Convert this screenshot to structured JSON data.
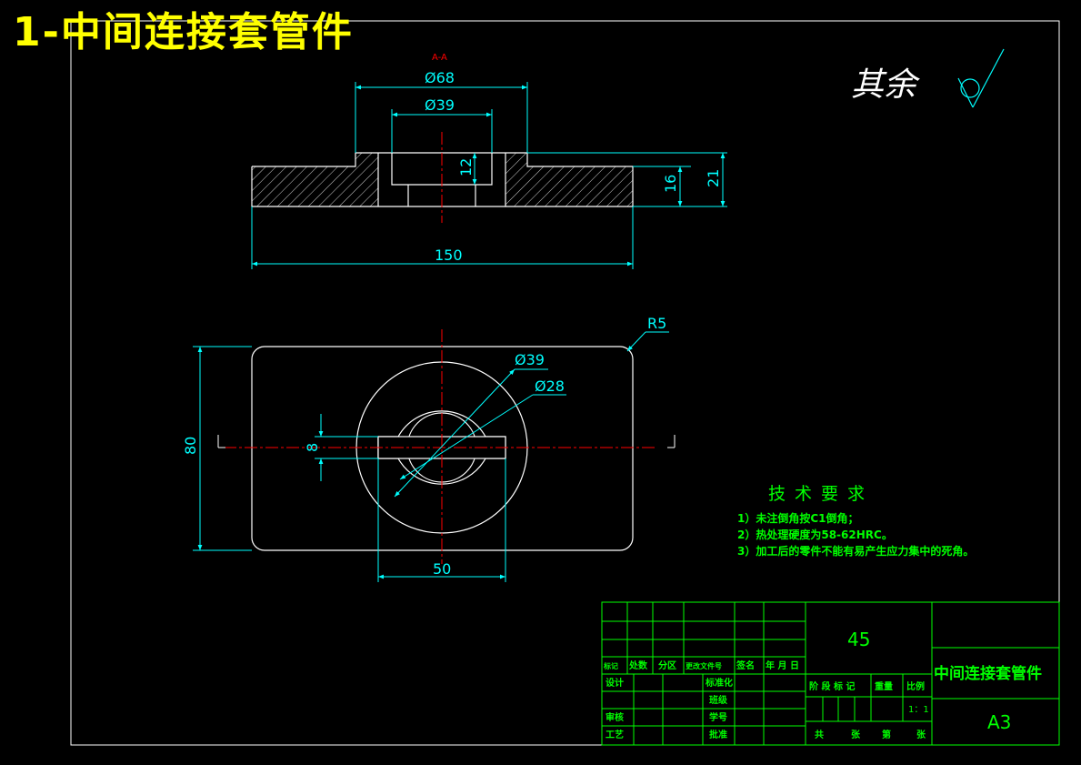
{
  "title": "1-中间连接套管件",
  "roughness_label": "其余",
  "section_label": "A-A",
  "dimensions": {
    "d68": "Ø68",
    "d39_top": "Ø39",
    "h12": "12",
    "h16": "16",
    "h21": "21",
    "w150": "150",
    "r5": "R5",
    "d39": "Ø39",
    "d28": "Ø28",
    "h80": "80",
    "h8": "8",
    "w50": "50"
  },
  "tech_requirements": {
    "title": "技术要求",
    "items": [
      "1）未注倒角按C1倒角；",
      "2）热处理硬度为58-62HRC。",
      "3）加工后的零件不能有易产生应力集中的死角。"
    ]
  },
  "title_block": {
    "material": "45",
    "part_name": "中间连接套管件",
    "sheet_size": "A3",
    "scale": "1：1",
    "row_headers": [
      "标记",
      "处数",
      "分区",
      "更改文件号",
      "签名",
      "年 月 日"
    ],
    "design": "设计",
    "standardize": "标准化",
    "class": "班级",
    "review": "审核",
    "student_id": "学号",
    "process": "工艺",
    "approve": "批准",
    "stage_mark": "阶 段 标 记",
    "weight": "重量",
    "ratio": "比例",
    "total": "共",
    "sheets": "张",
    "sheet_no": "第",
    "sheets2": "张"
  }
}
